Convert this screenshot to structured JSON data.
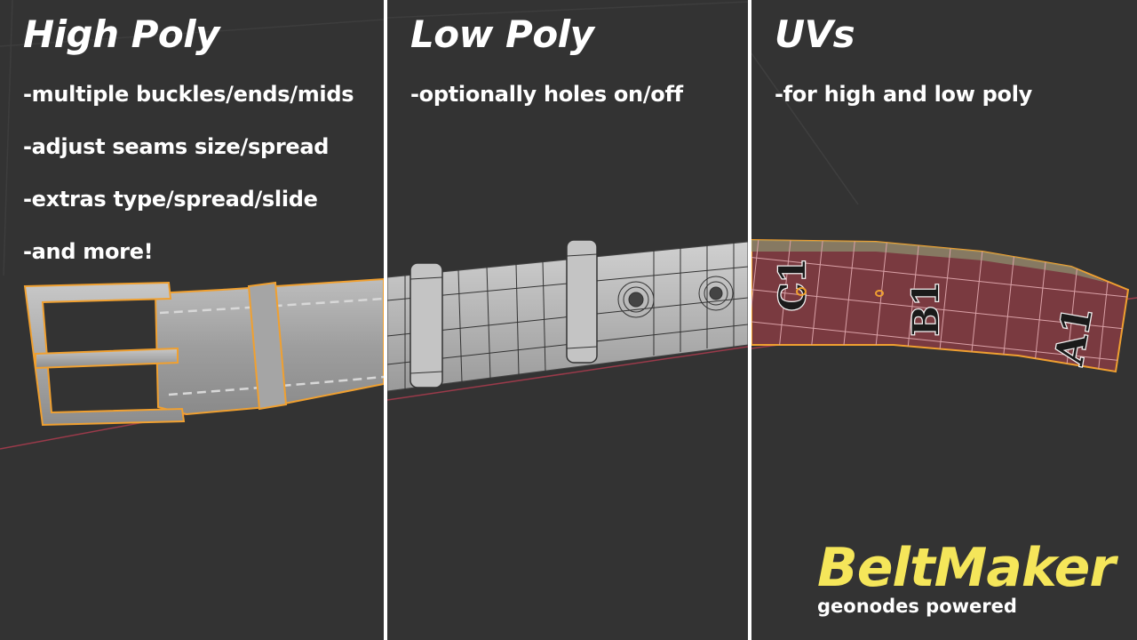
{
  "panels": [
    {
      "title": "High Poly",
      "bullets": [
        "-multiple buckles/ends/mids",
        "-adjust seams size/spread",
        "-extras type/spread/slide",
        "-and more!"
      ]
    },
    {
      "title": "Low Poly",
      "bullets": [
        "-optionally holes on/off"
      ]
    },
    {
      "title": "UVs",
      "bullets": [
        "-for high and low poly"
      ],
      "uv_labels": [
        "C1",
        "B1",
        "A1"
      ]
    }
  ],
  "brand": {
    "name": "BeltMaker",
    "tagline": "geonodes powered"
  },
  "colors": {
    "background": "#333333",
    "divider": "#ffffff",
    "brand_yellow": "#f5e65a",
    "selection_outline": "#f0a030",
    "x_axis": "#9a3a4a",
    "belt_gray": "#a8a8a8",
    "uv_red": "#7a3a40"
  }
}
